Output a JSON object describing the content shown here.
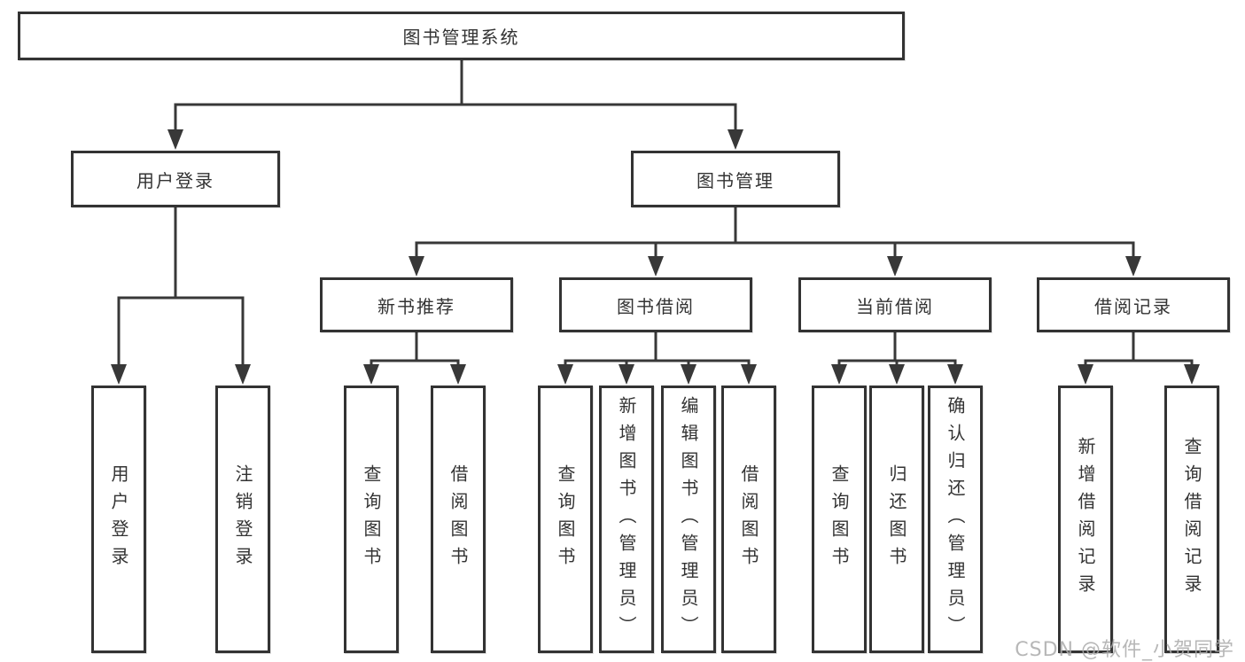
{
  "tree": {
    "root": {
      "label": "图书管理系统"
    },
    "branches": [
      {
        "label": "用户登录",
        "children": [
          {
            "label": "用户登录"
          },
          {
            "label": "注销登录"
          }
        ]
      },
      {
        "label": "图书管理",
        "groups": [
          {
            "label": "新书推荐",
            "children": [
              {
                "label": "查询图书"
              },
              {
                "label": "借阅图书"
              }
            ]
          },
          {
            "label": "图书借阅",
            "children": [
              {
                "label": "查询图书"
              },
              {
                "label": "新增图书（管理员）"
              },
              {
                "label": "编辑图书（管理员）"
              },
              {
                "label": "借阅图书"
              }
            ]
          },
          {
            "label": "当前借阅",
            "children": [
              {
                "label": "查询图书"
              },
              {
                "label": "归还图书"
              },
              {
                "label": "确认归还（管理员）"
              }
            ]
          },
          {
            "label": "借阅记录",
            "children": [
              {
                "label": "新增借阅记录"
              },
              {
                "label": "查询借阅记录"
              }
            ]
          }
        ]
      }
    ]
  },
  "watermark": {
    "text": "CSDN @软件_小贺同学"
  },
  "colors": {
    "line": "#383838",
    "box_border": "#333333",
    "text": "#333333",
    "background": "#ffffff",
    "watermark": "#ababab"
  }
}
